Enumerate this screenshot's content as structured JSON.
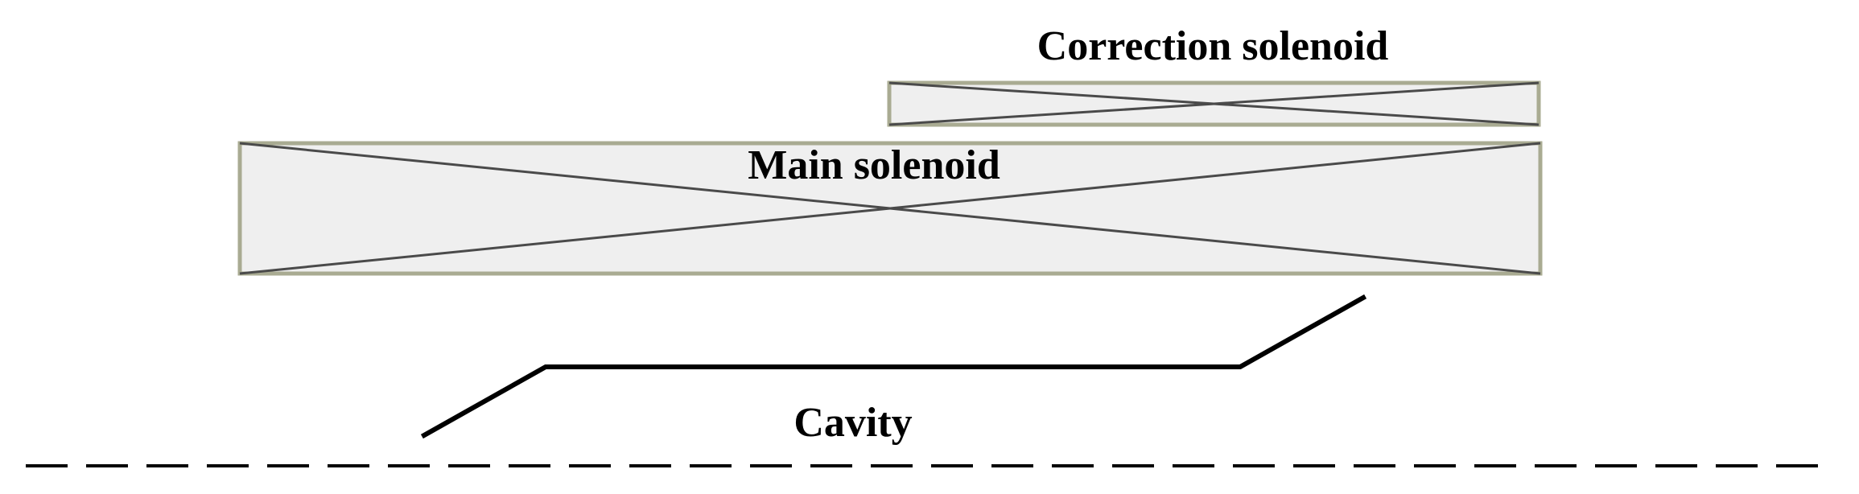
{
  "labels": {
    "correction_solenoid": "Correction solenoid",
    "main_solenoid": "Main solenoid",
    "cavity": "Cavity"
  }
}
